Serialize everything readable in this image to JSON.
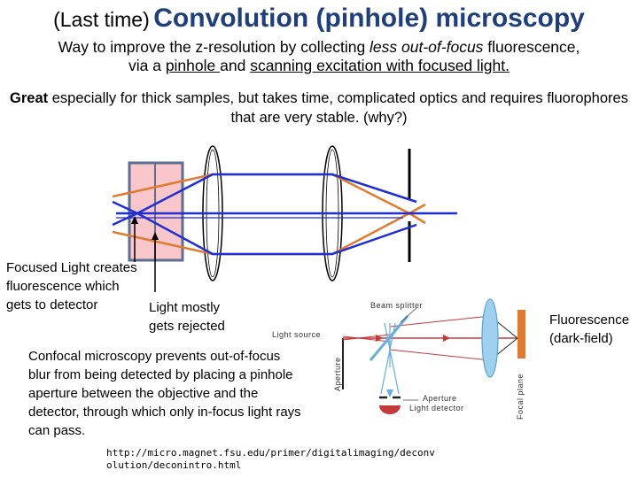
{
  "title": {
    "prefix": "(Last time)",
    "main": "Convolution (pinhole) microscopy"
  },
  "subtitle": {
    "line1_pre": "Way to improve the z-resolution by collecting ",
    "line1_em": "less out-of-focus",
    "line1_post": " fluorescence,",
    "line2_pre": "via a ",
    "line2_u1": "pinhole ",
    "line2_mid": "and ",
    "line2_u2": "scanning excitation with focused light."
  },
  "great": {
    "bold": "Great",
    "rest": " especially for thick samples, but takes time, complicated optics and requires fluorophores that are very stable. (why?)"
  },
  "notes": {
    "focused_1": "Focused Light creates",
    "focused_2": "fluorescence which",
    "focused_3": "gets to detector",
    "rejected_1": "Light mostly",
    "rejected_2": "gets rejected",
    "fluor_1": "Fluorescence",
    "fluor_2": "(dark-field)",
    "confocal_1": "Confocal microscopy prevents out-of-focus",
    "confocal_2": "blur from being detected by placing a pinhole",
    "confocal_3": "aperture between the objective and the",
    "confocal_4": "detector, through which only in-focus light rays",
    "confocal_5": "can pass."
  },
  "inset": {
    "beam_splitter": "Beam splitter",
    "light_source": "Light source",
    "aperture_vertical": "Aperture",
    "focal_plane": "Focal plane",
    "aperture_bottom": "Aperture",
    "light_detector": "Light detector"
  },
  "source_url": {
    "line1": "http://micro.magnet.fsu.edu/primer/digitalimaging/deconv",
    "line2": "olution/deconintro.html"
  },
  "colors": {
    "title_accent": "#1f3f7a",
    "sample": "#f9c6cc",
    "ray_blue": "#1f2fd0",
    "ray_orange": "#e07a2e",
    "inset_red": "#c43a3a",
    "inset_blue": "#66aedc",
    "focal_plane": "#e07a2e"
  }
}
